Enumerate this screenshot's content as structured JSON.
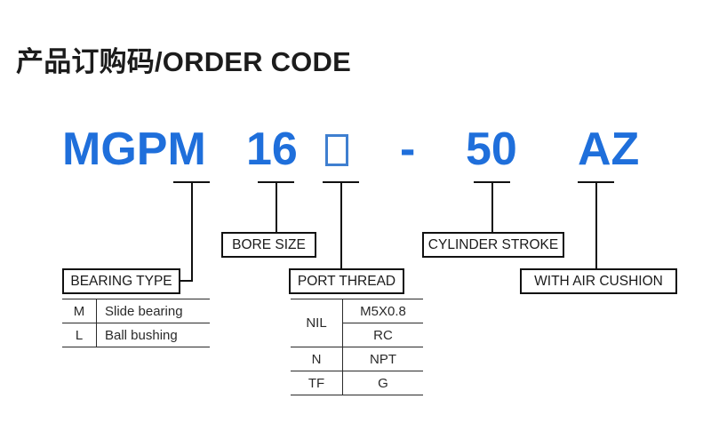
{
  "title": "产品订购码/ORDER CODE",
  "accent_color": "#1f6fdb",
  "order_code": {
    "series": "MGPM",
    "bore": "16",
    "port_placeholder": "",
    "separator": "-",
    "stroke": "50",
    "cushion": "AZ"
  },
  "callouts": {
    "bearing_type": "BEARING TYPE",
    "bore_size": "BORE SIZE",
    "port_thread": "PORT THREAD",
    "cylinder_stroke": "CYLINDER STROKE",
    "with_air_cushion": "WITH AIR CUSHION"
  },
  "bearing_table": {
    "rows": [
      {
        "code": "M",
        "desc": "Slide bearing"
      },
      {
        "code": "L",
        "desc": "Ball bushing"
      }
    ]
  },
  "port_thread_table": {
    "rows": [
      {
        "code": "NIL",
        "values": [
          "M5X0.8",
          "RC"
        ]
      },
      {
        "code": "N",
        "values": [
          "NPT"
        ]
      },
      {
        "code": "TF",
        "values": [
          "G"
        ]
      }
    ]
  }
}
